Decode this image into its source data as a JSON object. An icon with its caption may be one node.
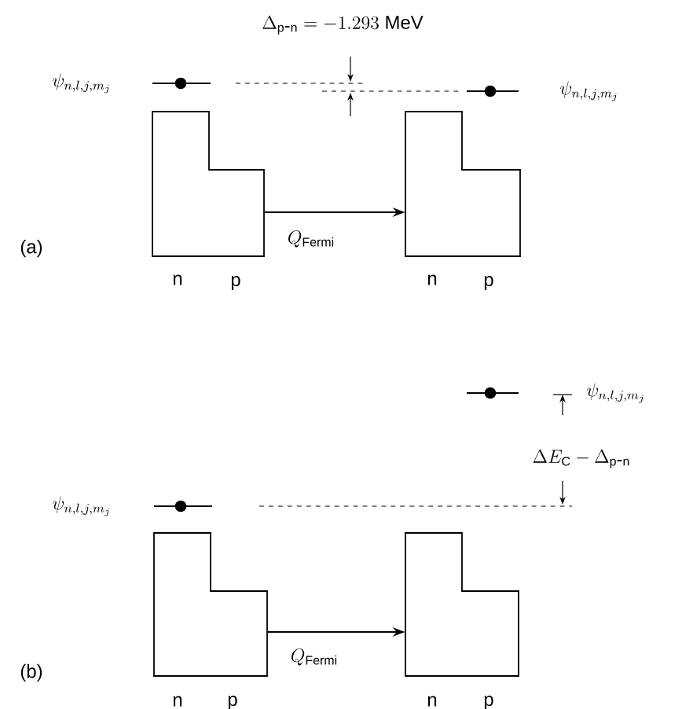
{
  "diagram": {
    "nodes": [
      {
        "text": [],
        "shape": "box",
        "beside": [
          "n",
          "p"
        ]
      },
      {
        "text": [],
        "shape": "box",
        "beside": [
          "n",
          "p"
        ]
      },
      {
        "text": [],
        "shape": "box",
        "beside": [
          "n",
          "p"
        ]
      },
      {
        "text": [],
        "shape": "box",
        "beside": [
          "n",
          "p"
        ]
      }
    ],
    "edges": [
      {
        "from": 0,
        "to": 1,
        "arrow": "to",
        "label": "Q_{\\mathrm{Fermi}}"
      },
      {
        "from": 2,
        "to": 3,
        "arrow": "to",
        "label": "Q_{\\mathrm{Fermi}}"
      }
    ],
    "labels": [
      "\\Delta_{\\mathrm{p\\mbox{-}n}} = -1.293\\ \\mathrm{MeV}",
      "\\psi_{n,l,j,m_j}",
      "\\psi_{n,l,j,m_j}",
      "(a)",
      "\\psi_{n,l,j,m_j}",
      "\\Delta E_{\\mathrm{C}} - \\Delta_{\\mathrm{p\\mbox{-}n}}",
      "\\psi_{n,l,j,m_j}",
      "(b)"
    ]
  }
}
